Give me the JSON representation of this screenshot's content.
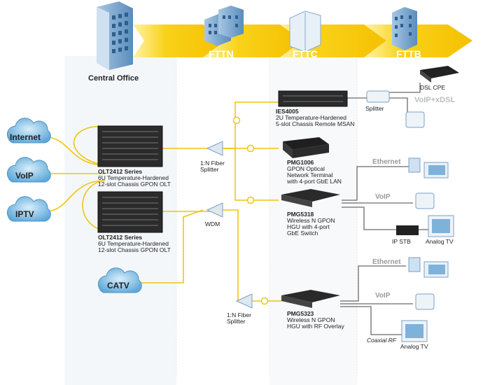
{
  "zones": {
    "fttn": "FTTN",
    "fttc": "FTTC",
    "fttb": "FTTB"
  },
  "central_office": "Central Office",
  "clouds": {
    "internet": "Internet",
    "voip": "VoIP",
    "iptv": "IPTV",
    "catv": "CATV"
  },
  "olt1": {
    "name": "OLT2412 Series",
    "l1": "6U Temperature-Hardened",
    "l2": "12-slot Chassis GPON OLT"
  },
  "olt2": {
    "name": "OLT2412 Series",
    "l1": "6U Temperature-Hardened",
    "l2": "12-slot Chassis GPON OLT"
  },
  "splitter1": {
    "l1": "1:N Fiber",
    "l2": "Splitter"
  },
  "wdm": "WDM",
  "splitter2": {
    "l1": "1:N Fiber",
    "l2": "Splitter"
  },
  "ies": {
    "name": "IES4005",
    "l1": "2U Temperature-Hardened",
    "l2": "5-slot Chassis Remote MSAN"
  },
  "splitter_dsl": "Splitter",
  "dsl_cpe": "DSL CPE",
  "voip_xdsl": "VoIP+xDSL",
  "pmg1006": {
    "name": "PMG1006",
    "l1": "GPON Optical",
    "l2": "Network Terminal",
    "l3": "with 4-port GbE LAN"
  },
  "pmg5318": {
    "name": "PMG5318",
    "l1": "Wireless N GPON",
    "l2": "HGU with 4-port",
    "l3": "GbE Switch"
  },
  "pmg5323": {
    "name": "PMG5323",
    "l1": "Wireless N GPON",
    "l2": "HGU with RF Overlay"
  },
  "ethernet1": "Ethernet",
  "voip1": "VoIP",
  "ip_stb": "IP STB",
  "analog_tv1": "Analog TV",
  "ethernet2": "Ethernet",
  "voip2": "VoIP",
  "coaxial": "Coaxial RF",
  "analog_tv2": "Analog TV",
  "colors": {
    "arrow": "#f7c300",
    "fiber": "#f1c40f",
    "copper": "#555555",
    "cloud": "#7cbde4"
  }
}
